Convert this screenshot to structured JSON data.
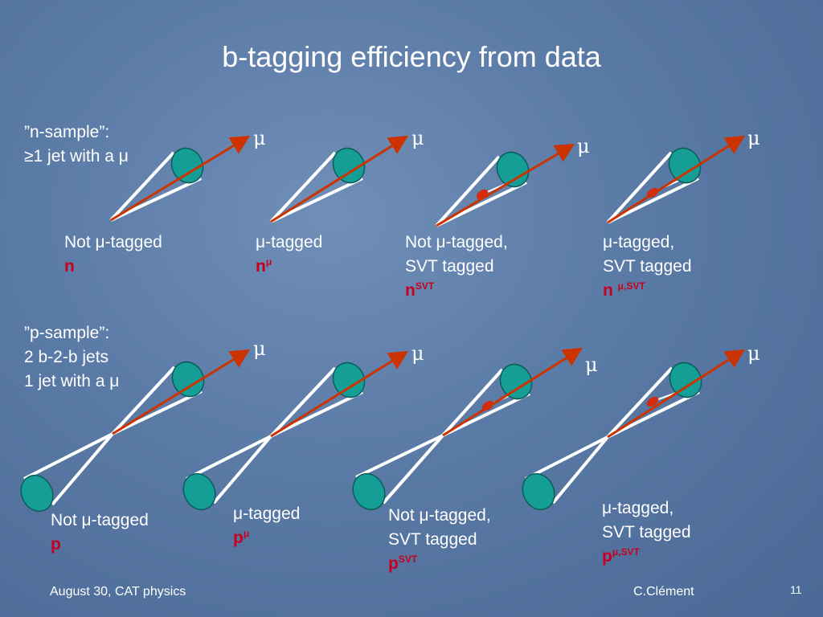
{
  "title": "b-tagging efficiency from data",
  "mu": "μ",
  "n_sample": {
    "heading": "”n-sample”:",
    "line2": "≥1 jet with a μ",
    "cases": [
      {
        "desc1": "Not μ-tagged",
        "desc2": "",
        "var": "n",
        "sup": ""
      },
      {
        "desc1": "μ-tagged",
        "desc2": "",
        "var": "n",
        "sup": "μ"
      },
      {
        "desc1": "Not μ-tagged,",
        "desc2": "SVT tagged",
        "var": "n",
        "sup": "SVT"
      },
      {
        "desc1": "μ-tagged,",
        "desc2": "SVT tagged",
        "var": "n",
        "sup": "μ,SVT"
      }
    ]
  },
  "p_sample": {
    "heading": "”p-sample”:",
    "line2": "2 b-2-b jets",
    "line3": "1 jet with a μ",
    "cases": [
      {
        "desc1": "Not μ-tagged",
        "desc2": "",
        "var": "p",
        "sup": ""
      },
      {
        "desc1": "μ-tagged",
        "desc2": "",
        "var": "p",
        "sup": "μ"
      },
      {
        "desc1": "Not μ-tagged,",
        "desc2": "SVT tagged",
        "var": "p",
        "sup": "SVT"
      },
      {
        "desc1": "μ-tagged,",
        "desc2": "SVT tagged",
        "var": "p",
        "sup": "μ,SVT"
      }
    ]
  },
  "footer": {
    "left": "August 30, CAT physics",
    "center": "C.Clément",
    "page": "11"
  },
  "colors": {
    "cone": "#ffffff",
    "jet_disc": "#149e96",
    "muon_arrow": "#cc3300",
    "svt_vertex": "#d42a10",
    "highlight_text": "#c8001e"
  }
}
